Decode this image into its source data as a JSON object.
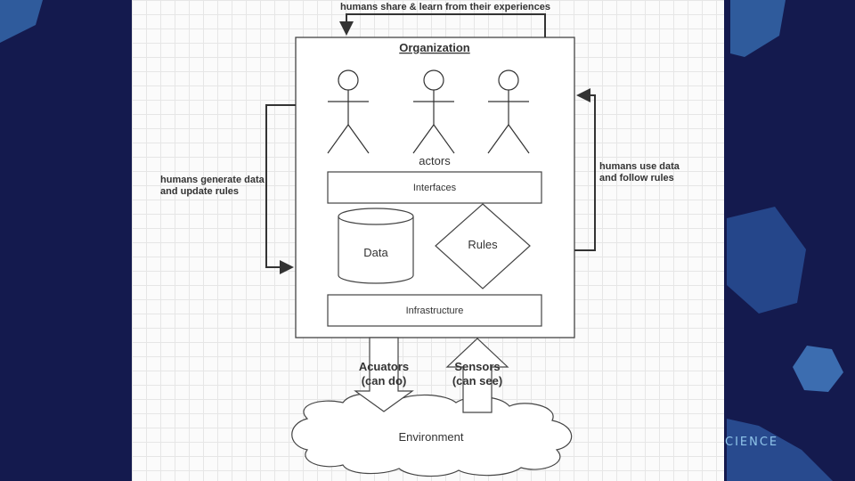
{
  "diagram": {
    "org_title": "Organization",
    "actors_label": "actors",
    "interfaces_label": "Interfaces",
    "data_label": "Data",
    "rules_label": "Rules",
    "infrastructure_label": "Infrastructure",
    "top_arrow_label": "humans share & learn from their experiences",
    "left_label_line1": "humans generate data",
    "left_label_line2": "and update rules",
    "right_label_line1": "humans use data",
    "right_label_line2": "and follow rules",
    "actuators_line1": "Acuators",
    "actuators_line2": "(can do)",
    "sensors_line1": "Sensors",
    "sensors_line2": "(can see)",
    "environment_label": "Environment"
  },
  "brand": {
    "text": "CIENCE"
  },
  "colors": {
    "background": "#141a4e",
    "accent_shape": "#2f5b9c",
    "line": "#333333"
  }
}
